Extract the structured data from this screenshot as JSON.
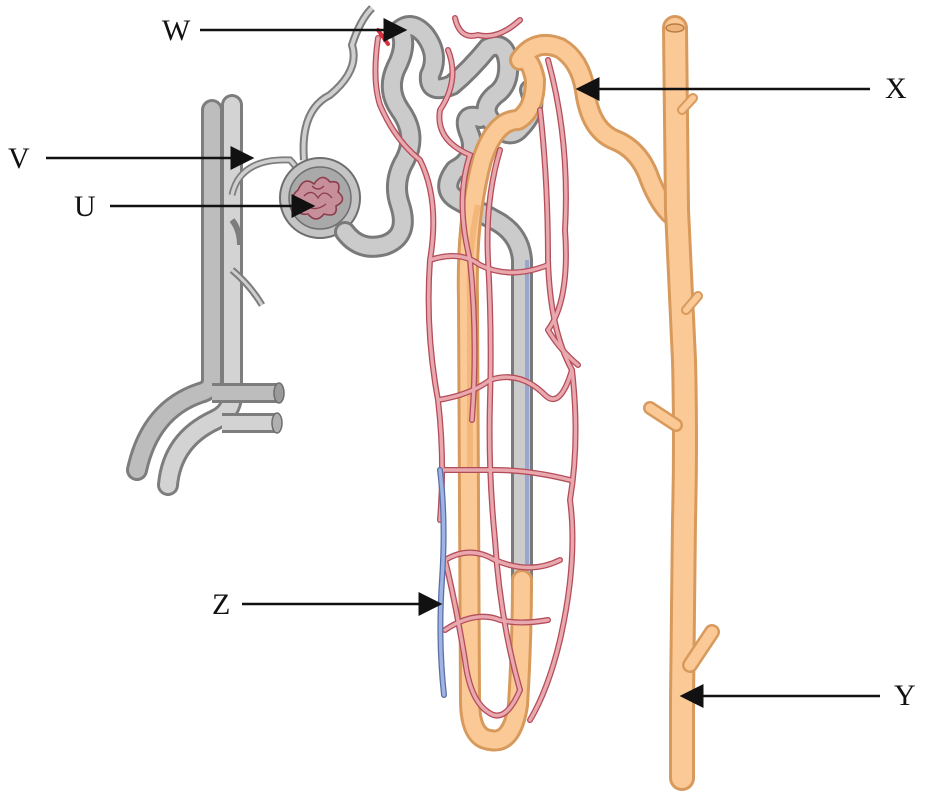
{
  "labels": {
    "U": "U",
    "V": "V",
    "W": "W",
    "X": "X",
    "Y": "Y",
    "Z": "Z"
  },
  "colors": {
    "grey_tube": "#c9c9c9",
    "grey_dark": "#8f8f8f",
    "orange_tube": "#fbc995",
    "orange_dark": "#e7a96b",
    "capillary": "#d98c92",
    "capillary_dark": "#b44d5a",
    "vein_blue": "#8da4d6"
  }
}
